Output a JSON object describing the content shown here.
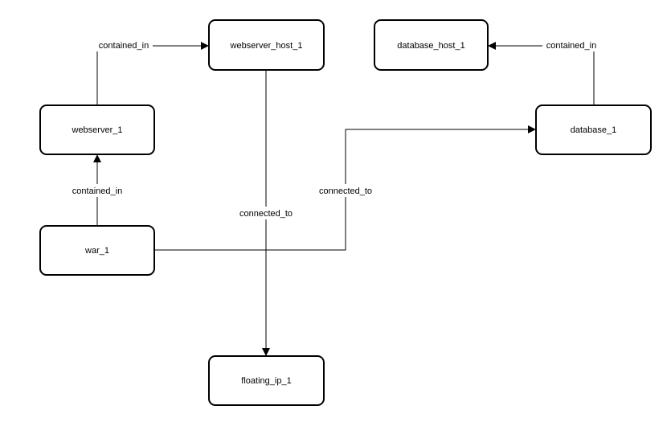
{
  "nodes": [
    {
      "id": "webserver_host_1",
      "label": "webserver_host_1"
    },
    {
      "id": "database_host_1",
      "label": "database_host_1"
    },
    {
      "id": "webserver_1",
      "label": "webserver_1"
    },
    {
      "id": "database_1",
      "label": "database_1"
    },
    {
      "id": "war_1",
      "label": "war_1"
    },
    {
      "id": "floating_ip_1",
      "label": "floating_ip_1"
    }
  ],
  "edges": [
    {
      "id": "e1",
      "source": "webserver_1",
      "target": "webserver_host_1",
      "label": "contained_in"
    },
    {
      "id": "e2",
      "source": "database_1",
      "target": "database_host_1",
      "label": "contained_in"
    },
    {
      "id": "e3",
      "source": "war_1",
      "target": "webserver_1",
      "label": "contained_in"
    },
    {
      "id": "e4",
      "source": "webserver_host_1",
      "target": "floating_ip_1",
      "label": "connected_to"
    },
    {
      "id": "e5",
      "source": "war_1",
      "target": "database_1",
      "label": "connected_to"
    }
  ]
}
